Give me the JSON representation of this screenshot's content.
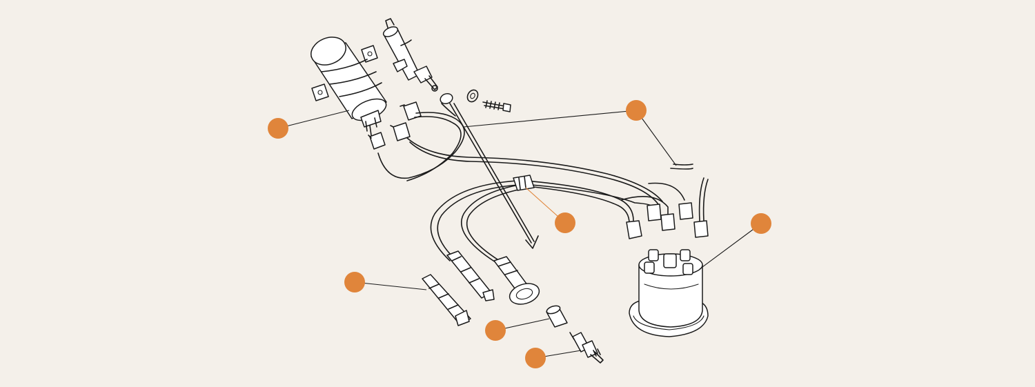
{
  "diagram": {
    "hotspot_color": "#e0853b",
    "background_color": "#f4f0ea",
    "hotspots": [
      {
        "id": "ignition-coil",
        "name": "ignition-coil-hotspot"
      },
      {
        "id": "hv-leads",
        "name": "hv-leads-hotspot"
      },
      {
        "id": "lead-clip",
        "name": "lead-clip-hotspot"
      },
      {
        "id": "distributor-cap",
        "name": "distributor-cap-hotspot"
      },
      {
        "id": "plug-connector",
        "name": "plug-connector-hotspot"
      },
      {
        "id": "plug-cap",
        "name": "plug-cap-hotspot"
      },
      {
        "id": "spark-plug",
        "name": "spark-plug-hotspot"
      }
    ]
  }
}
